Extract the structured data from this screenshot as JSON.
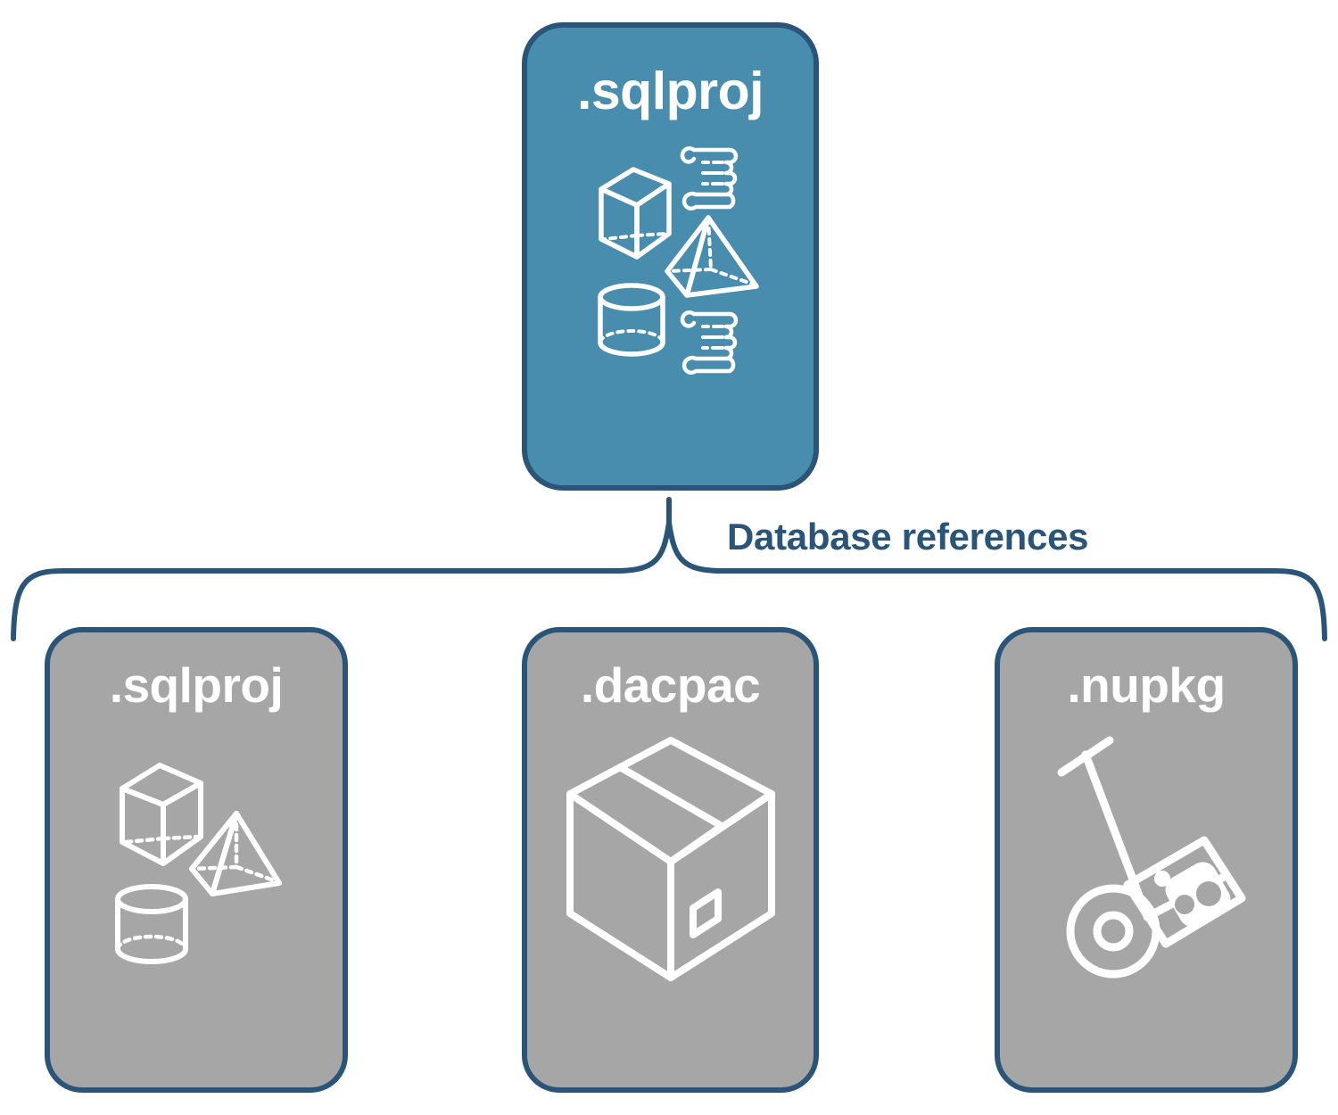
{
  "diagram": {
    "title": "Database references",
    "colors": {
      "accent_fill": "#488cae",
      "neutral_fill": "#a6a6a6",
      "outline": "#2a5578",
      "icon_stroke": "#ffffff",
      "background": "#ffffff"
    },
    "root": {
      "label": ".sqlproj",
      "fill": "#488cae",
      "icons": [
        "cube-wireframe-icon",
        "pyramid-wireframe-icon",
        "cylinder-wireframe-icon",
        "script-scroll-icon",
        "script-scroll-icon"
      ]
    },
    "connector": {
      "type": "curly-brace",
      "label": "Database references",
      "label_color": "#2a5578",
      "from": ".sqlproj",
      "to": [
        ".sqlproj",
        ".dacpac",
        ".nupkg"
      ]
    },
    "references": [
      {
        "label": ".sqlproj",
        "fill": "#a6a6a6",
        "icons": [
          "cube-wireframe-icon",
          "pyramid-wireframe-icon",
          "cylinder-wireframe-icon"
        ]
      },
      {
        "label": ".dacpac",
        "fill": "#a6a6a6",
        "icons": [
          "shipping-box-icon"
        ]
      },
      {
        "label": ".nupkg",
        "fill": "#a6a6a6",
        "icons": [
          "hand-truck-package-icon"
        ]
      }
    ]
  }
}
